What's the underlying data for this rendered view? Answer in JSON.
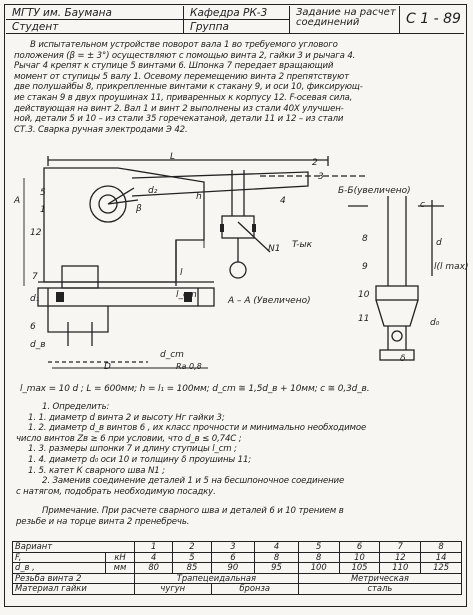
{
  "header": {
    "org": "МГТУ им. Баумана",
    "dept": "Кафедра РК-3",
    "task": "Задание на расчет соединений",
    "student": "Студент",
    "group": "Группа",
    "code": "С 1 - 89"
  },
  "intro_lines": [
    "В испытательном устройстве поворот вала 1 во требуемого углового",
    "положения (β = ± 3°) осуществляют с помощью винта 2, гайки 3 и рычага 4.",
    "Рычаг 4 крепят к ступице 5 винтами 6. Шпонка 7 передает вращающий",
    "момент от ступицы 5 валу 1. Осевому перемещению винта 2 препятствуют",
    "две полушайбы 8, прикрепленные винтами к стакану 9, и оси 10, фиксирующ-",
    "ие стакан 9 в двух проушинах 11, приваренных к корпусу 12. F-осевая сила,",
    "действующая на винт 2. Вал 1 и винт 2 выполнены из стали 40Х улучшен-",
    "ной, детали 5 и 10 – из стали 35 горечекатаной, детали 11 и 12 – из стали",
    "СТ.3. Сварка ручная электродами Э 42."
  ],
  "drawing": {
    "labels": [
      "L",
      "h",
      "β",
      "1",
      "2",
      "3",
      "4",
      "5",
      "6",
      "7",
      "8",
      "9",
      "10",
      "11",
      "12",
      "A",
      "d",
      "d₁",
      "d₂",
      "d₀",
      "d_в",
      "d_cm",
      "l",
      "l_cm",
      "l(l max)",
      "D",
      "T-ык",
      "N1",
      "c",
      "δ"
    ],
    "section_a": "А – А (Увеличено)",
    "section_b": "Б-Б(увеличено)",
    "roughness": "Ra 0,8",
    "formula": "l_max = 10 d ;  L = 600мм;  h = l₁ = 100мм;  d_cm ≅ 1,5d_в + 10мм;  c ≅ 0,3d_в."
  },
  "tasks": [
    "1. Определить:",
    "1. 1. диаметр d винта 2 и высоту Hг гайки 3;",
    "1. 2. диаметр d_в винтов 6 , их класс прочности и минимально необходимое",
    "число винтов Zв ≥ 6 при условии, что d_в ≤ 0,74С ;",
    "1. 3. размеры шпонки 7 и длину ступицы l_cm ;",
    "1. 4. диаметр d₀ оси 10 и толщину δ проушины 11;",
    "1. 5. катет К сварного шва N1 ;",
    "2. Заменив соединение деталей 1 и 5 на бесшпоночное соединение",
    "с натягом, подобрать необходимую посадку."
  ],
  "note": [
    "Примечание. При расчете сварного шва и деталей 6 и 10 трением в",
    "резьбе и на торце винта 2 пренебречь."
  ],
  "table": {
    "variant_label": "Вариант",
    "variants": [
      "1",
      "2",
      "3",
      "4",
      "5",
      "6",
      "7",
      "8"
    ],
    "f_label": "F,",
    "f_unit": "кН",
    "f_values": [
      "4",
      "5",
      "6",
      "8",
      "8",
      "10",
      "12",
      "14"
    ],
    "d_label": "d_в ,",
    "d_unit": "мм",
    "d_values": [
      "80",
      "85",
      "90",
      "95",
      "100",
      "105",
      "110",
      "125"
    ],
    "thread_label": "Резьба винта 2",
    "thread_a": "Трапецеидальная",
    "thread_b": "Метрическая",
    "nut_label": "Материал гайки",
    "nut_a": "чугун",
    "nut_b": "бронза",
    "nut_c": "сталь"
  }
}
